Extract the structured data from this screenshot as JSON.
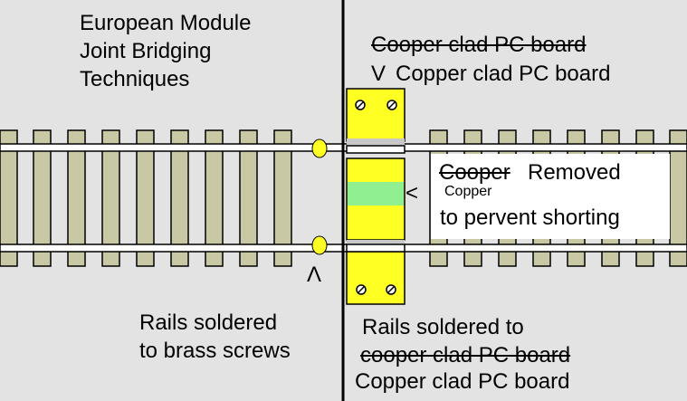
{
  "title": "European Module\nJoint Bridging\nTechniques",
  "top_board": {
    "struck": "Cooper clad PC board",
    "marker": "V",
    "corrected": "Copper clad PC board"
  },
  "note": {
    "marker": "<",
    "struck": "Cooper",
    "correction": "Copper",
    "removed": "Removed",
    "line2": "to pervent shorting"
  },
  "left_caption": {
    "marker": "Λ",
    "text": "Rails soldered\nto brass screws"
  },
  "right_caption": {
    "line1": "Rails soldered to",
    "struck": "cooper clad PC board",
    "corrected": "Copper clad PC board"
  },
  "colors": {
    "background": "#e3e3e3",
    "tie": "#c8c8a4",
    "pc_board": "#ffff24",
    "removed_copper_strip": "#90f090",
    "gap_strip": "#c8c8c8",
    "solder": "#ffff24"
  },
  "icons": [
    "screw-icon",
    "solder-blob-icon"
  ]
}
